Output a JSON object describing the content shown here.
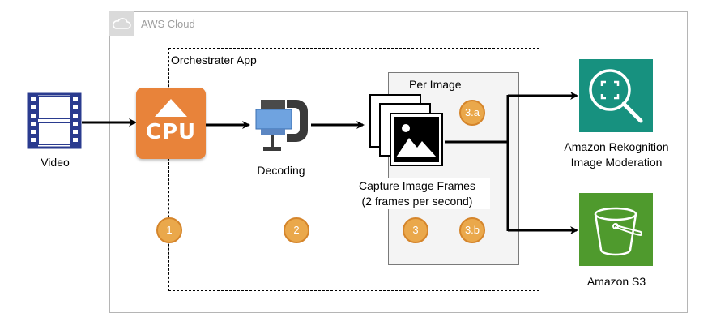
{
  "cloud": {
    "label": "AWS Cloud"
  },
  "orchestrator": {
    "label": "Orchestrater App"
  },
  "per_image": {
    "label": "Per Image"
  },
  "nodes": {
    "video": {
      "label": "Video"
    },
    "cpu": {
      "text": "CPU"
    },
    "decoding": {
      "label": "Decoding"
    },
    "frames": {
      "line1": "Capture Image Frames",
      "line2": "(2 frames per second)"
    },
    "rekognition": {
      "line1": "Amazon Rekognition",
      "line2": "Image Moderation"
    },
    "s3": {
      "label": "Amazon S3"
    }
  },
  "steps": [
    "1",
    "2",
    "3",
    "3.a",
    "3.b"
  ],
  "colors": {
    "cpu": "#e8833a",
    "step": "#eaa84b",
    "rekognition": "#17917f",
    "s3": "#4f9a2d",
    "video": "#2a3b8f",
    "decoding_clamp": "#3a3a3a",
    "decoding_block": "#6fa3e0"
  }
}
